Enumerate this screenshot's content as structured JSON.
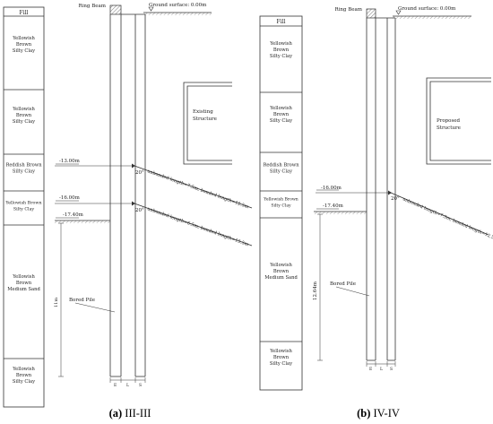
{
  "panel_a": {
    "soil_layers": [
      "Fill",
      "Yellowish\nBrown\nSilty Clay",
      "Yellowish\nBrown\nSilty Clay",
      "Reddish Brown\nSilty Clay",
      "Yellowish Brown\nSilty Clay",
      "Yellowish\nBrown\nMedium Sand",
      "Yellowish\nBrown\nSilty Clay"
    ],
    "ring_beam": "Ring Beam",
    "ground_surface": "Ground surface: 0.00m",
    "structure_label": "Existing\nStructure",
    "level_1": "-13.00m",
    "level_2": "-16.00m",
    "excavation_level": "-17.40m",
    "angle_1": "20°",
    "angle_2": "20°",
    "anchor_1": "unbonded length=7.5m, bonded length=12.5m",
    "anchor_2": "unbonded length=6.5m, bonded length=13.5m",
    "pile_label": "Bored Pile",
    "embed_depth": "11m",
    "dim_e": "E",
    "dim_l": "L",
    "dim_s": "S",
    "caption_letter": "(a)",
    "caption_text": "III-III"
  },
  "panel_b": {
    "soil_layers": [
      "Fill",
      "Yellowish\nBrown\nSilty Clay",
      "Yellowish\nBrown\nSilty Clay",
      "Reddish Brown\nSilty Clay",
      "Yellowish Brown\nSilty Clay",
      "Yellowish\nBrown\nMedium Sand",
      "Yellowish\nBrown\nSilty Clay"
    ],
    "ring_beam": "Ring Beam",
    "ground_surface": "Ground surface: 0.00m",
    "structure_label": "Proposed\nStructure",
    "level_1": "-16.00m",
    "excavation_level": "-17.40m",
    "angle_1": "20°",
    "anchor_1": "unbonded length=7.5m, bonded length=12.5m",
    "pile_label": "Bored Pile",
    "embed_depth": "12.64m",
    "dim_e": "E",
    "dim_l": "L",
    "dim_s": "S",
    "caption_letter": "(b)",
    "caption_text": "IV-IV"
  },
  "colors": {
    "line": "#333333",
    "text": "#222222",
    "hatch": "#555555"
  }
}
